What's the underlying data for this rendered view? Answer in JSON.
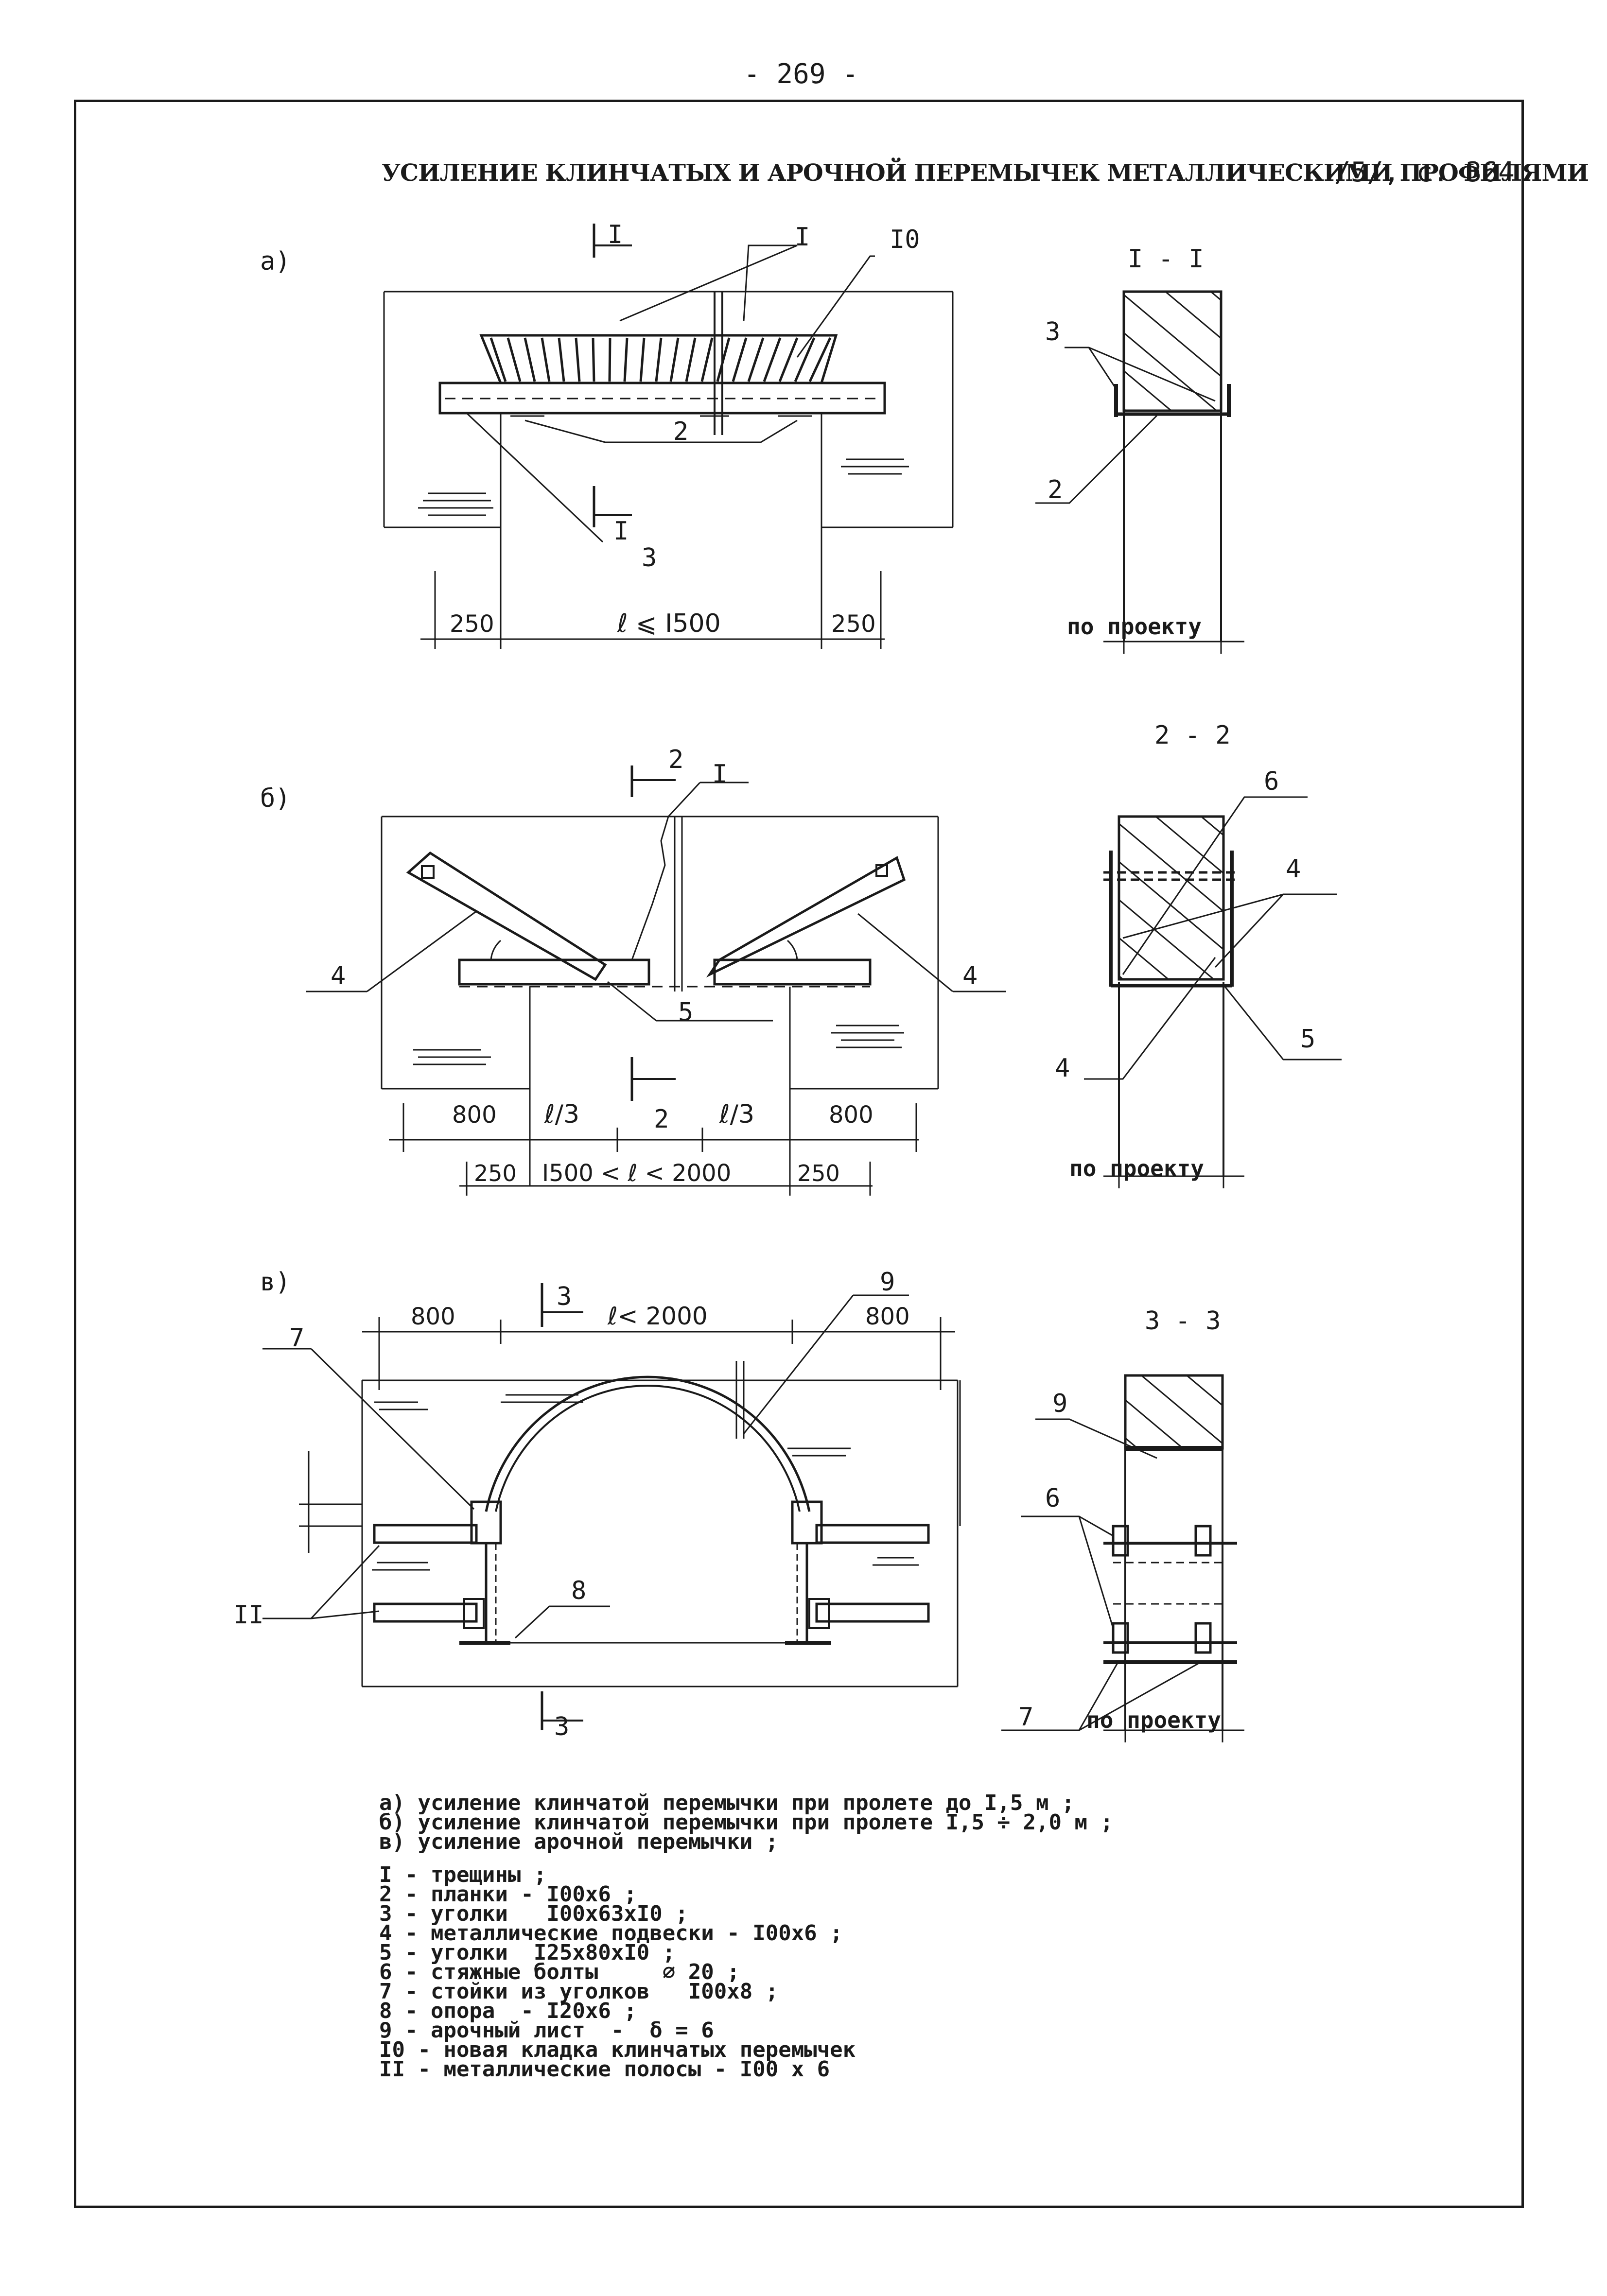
{
  "page_number": "- 269 -",
  "title": "УСИЛЕНИЕ КЛИНЧАТЫХ И АРОЧНОЙ ПЕРЕМЫЧЕК МЕТАЛЛИЧЕСКИМИ ПРОФИЛЯМИ",
  "reference": "/5/, с. 364",
  "diagrams": {
    "a": {
      "letter": "а)",
      "section_mark": "I",
      "callouts": [
        "I",
        "I0",
        "2",
        "3"
      ],
      "dims": [
        "250",
        "ℓ ⩽ I500",
        "250"
      ],
      "section_title": "I - I",
      "section_callouts": [
        "3",
        "2"
      ],
      "section_note": "по проекту"
    },
    "b": {
      "letter": "б)",
      "section_mark": "2",
      "callouts": [
        "I",
        "4",
        "4",
        "5"
      ],
      "dims": [
        "800",
        "ℓ/3",
        "ℓ/3",
        "800",
        "250",
        "I500 < ℓ < 2000",
        "250"
      ],
      "section_title": "2 - 2",
      "section_callouts": [
        "6",
        "4",
        "5",
        "4"
      ],
      "section_note": "по проекту"
    },
    "c": {
      "letter": "в)",
      "section_mark": "3",
      "callouts": [
        "7",
        "9",
        "8",
        "II"
      ],
      "dims": [
        "800",
        "ℓ< 2000",
        "800"
      ],
      "section_title": "3 - 3",
      "section_callouts": [
        "9",
        "6",
        "7"
      ],
      "section_note": "по проекту"
    }
  },
  "legend": {
    "cases": [
      "а) усиление клинчатой перемычки при пролете до I,5 м ;",
      "б) усиление клинчатой перемычки при пролете I,5 ÷ 2,0 м ;",
      "в) усиление арочной перемычки ;"
    ],
    "items": [
      "I - трещины ;",
      "2 - планки - I00x6 ;",
      "3 - уголки   I00x63xI0 ;",
      "4 - металлические подвески - I00x6 ;",
      "5 - уголки  I25x80xI0 ;",
      "6 - стяжные болты     ⌀ 20 ;",
      "7 - стойки из уголков   I00x8 ;",
      "8 - опора  - I20x6 ;",
      "9 - арочный лист  -  δ = 6",
      "I0 - новая кладка клинчатых перемычек",
      "II - металлические полосы - I00 x 6"
    ]
  }
}
